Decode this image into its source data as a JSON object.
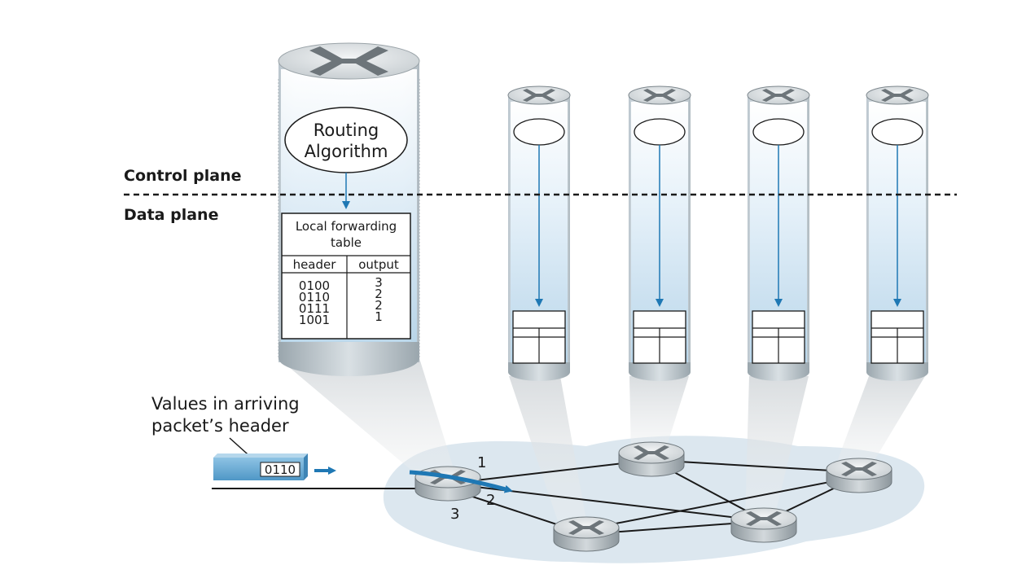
{
  "planes": {
    "control_label": "Control plane",
    "data_label": "Data plane"
  },
  "routing_algorithm": {
    "line1": "Routing",
    "line2": "Algorithm"
  },
  "forwarding_table": {
    "title_line1": "Local forwarding",
    "title_line2": "table",
    "col_header": "header",
    "col_output": "output",
    "rows": [
      {
        "header": "0100",
        "output": "3"
      },
      {
        "header": "0110",
        "output": "2"
      },
      {
        "header": "0111",
        "output": "2"
      },
      {
        "header": "1001",
        "output": "1"
      }
    ]
  },
  "packet": {
    "caption_line1": "Values in arriving",
    "caption_line2": "packet’s header",
    "header_value": "0110"
  },
  "ports": {
    "port1": "1",
    "port2": "2",
    "port3": "3"
  },
  "colors": {
    "accent_blue": "#1f78b4",
    "cloud": "#dde8f0",
    "router_gray": "#9aa3a8"
  }
}
